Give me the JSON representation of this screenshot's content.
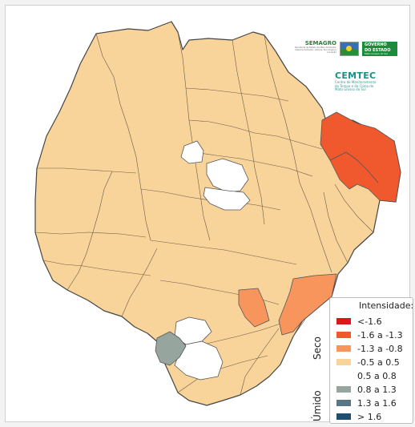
{
  "map": {
    "base_color": "#f9d49a",
    "region_colors": {
      "dry_strong": "#f0582e",
      "dry_moderate": "#f7955c",
      "neutral_light": "#ffffff",
      "humid": "#96a69f"
    }
  },
  "logos": {
    "semagro_title": "SEMAGRO",
    "semagro_subtitle": "Secretaria de Estado de Meio Ambiente, Desenvolvimento, Ciência, Tecnologia e Inovação",
    "government_line1": "GOVERNO",
    "government_line2": "DO ESTADO",
    "government_line3": "Mato Grosso do Sul",
    "cemtec_title": "CEMTEC",
    "cemtec_subtitle_1": "Centro de Monitoramento",
    "cemtec_subtitle_2": "do Tempo e do Clima de",
    "cemtec_subtitle_3": "Mato Grosso do Sul"
  },
  "legend": {
    "title": "Intensidade:",
    "side_dry": "Seco",
    "side_humid": "Úmido",
    "items": [
      {
        "label": "<-1.6",
        "color": "#d7191c"
      },
      {
        "label": "-1.6 a -1.3",
        "color": "#f0582e"
      },
      {
        "label": "-1.3 a -0.8",
        "color": "#f7955c"
      },
      {
        "label": "-0.5 a 0.5",
        "color": "#f9d49a"
      },
      {
        "label": "0.5 a 0.8",
        "color": "#ffffff"
      },
      {
        "label": "0.8 a 1.3",
        "color": "#96a69f"
      },
      {
        "label": "1.3 a 1.6",
        "color": "#5a7585"
      },
      {
        "label": "> 1.6",
        "color": "#1f4e6e"
      }
    ]
  }
}
